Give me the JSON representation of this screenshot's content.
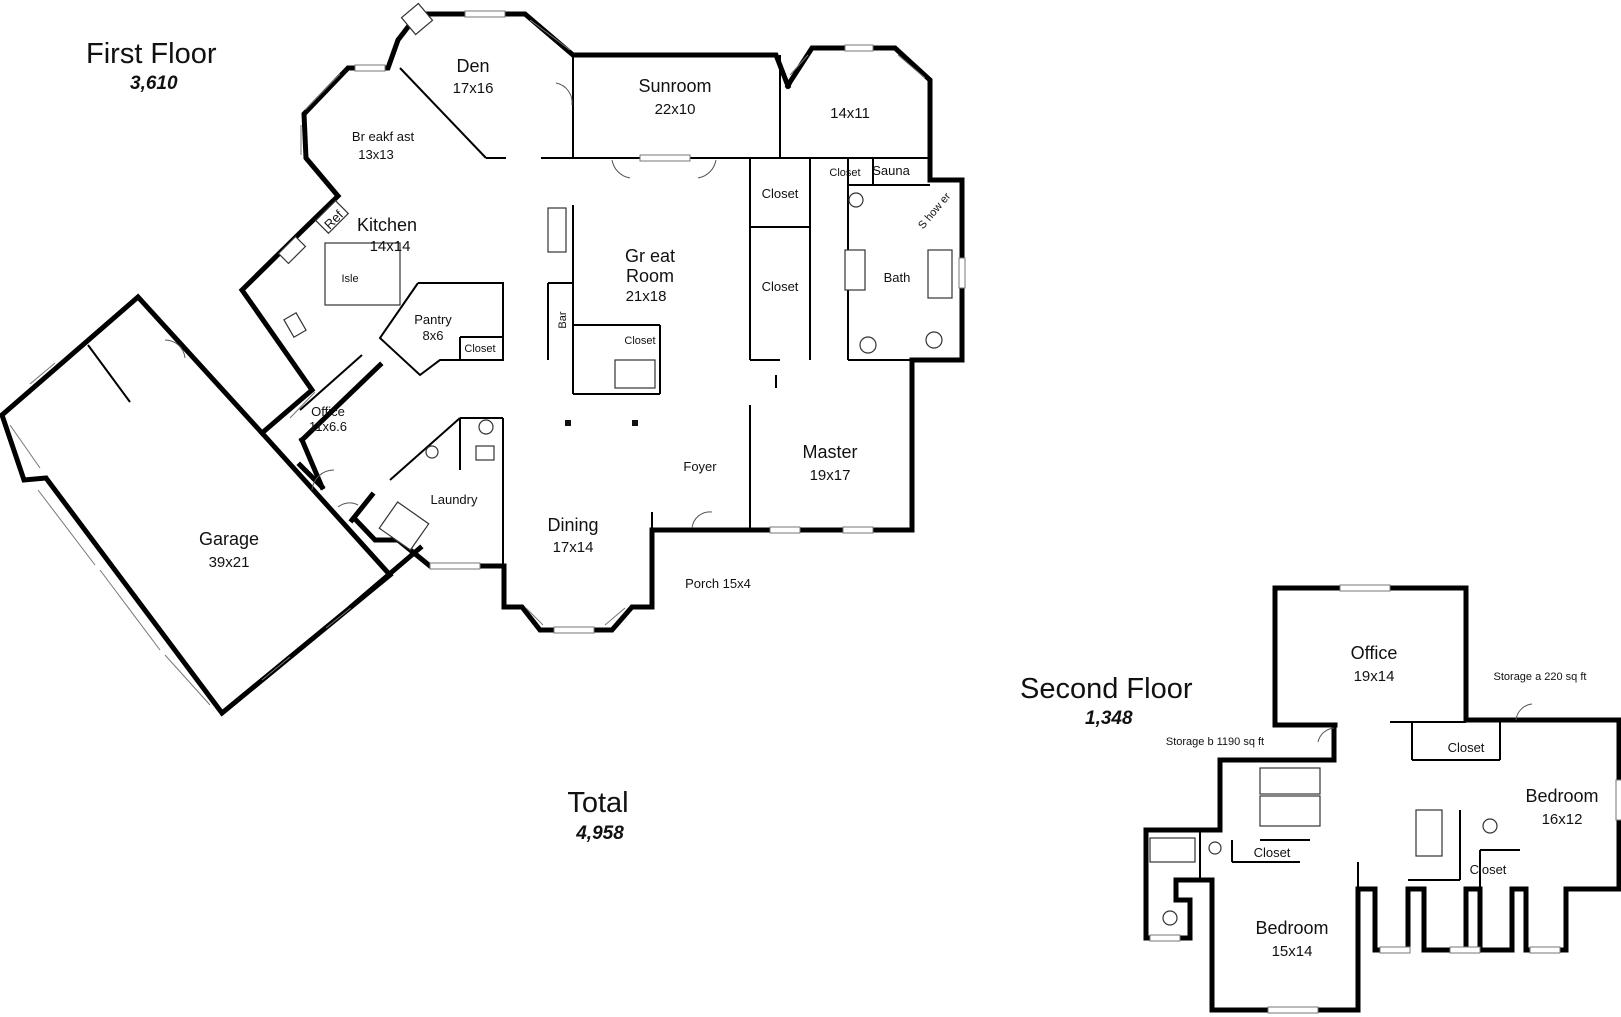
{
  "first_floor": {
    "title": "First Floor",
    "area": "3,610",
    "rooms": {
      "den": {
        "name": "Den",
        "dims": "17x16"
      },
      "sunroom": {
        "name": "Sunroom",
        "dims": "22x10"
      },
      "room_14x11": {
        "dims": "14x11"
      },
      "breakfast": {
        "name": "Br eakf ast",
        "dims": "13x13"
      },
      "kitchen": {
        "name": "Kitchen",
        "dims": "14x14"
      },
      "isle": {
        "name": "Isle"
      },
      "ref": {
        "name": "Ref"
      },
      "great_room": {
        "name_line1": "Gr eat",
        "name_line2": "Room",
        "dims": "21x18"
      },
      "pantry": {
        "name": "Pantry",
        "dims": "8x6"
      },
      "pantry_closet": {
        "name": "Closet"
      },
      "bar": {
        "name": "Bar"
      },
      "stair_closet": {
        "name": "Closet"
      },
      "hall_closet_1": {
        "name": "Closet"
      },
      "hall_closet_2": {
        "name": "Closet"
      },
      "sauna": {
        "name": "Sauna"
      },
      "sauna_closet": {
        "name": "Closet"
      },
      "shower": {
        "name": "S how er"
      },
      "bath": {
        "name": "Bath"
      },
      "office": {
        "name": "Office",
        "dims": "11x6.6"
      },
      "laundry": {
        "name": "Laundry"
      },
      "foyer": {
        "name": "Foyer"
      },
      "master": {
        "name": "Master",
        "dims": "19x17"
      },
      "dining": {
        "name": "Dining",
        "dims": "17x14"
      },
      "porch": {
        "name": "Porch 15x4"
      },
      "garage": {
        "name": "Garage",
        "dims": "39x21"
      }
    }
  },
  "second_floor": {
    "title": "Second Floor",
    "area": "1,348",
    "rooms": {
      "office": {
        "name": "Office",
        "dims": "19x14"
      },
      "storage_a": {
        "name": "Storage a 220 sq ft"
      },
      "storage_b": {
        "name": "Storage b 1190 sq ft"
      },
      "closet_upper": {
        "name": "Closet"
      },
      "bedroom_right": {
        "name": "Bedroom",
        "dims": "16x12"
      },
      "closet_left": {
        "name": "Closet"
      },
      "closet_right": {
        "name": "Closet"
      },
      "bedroom_left": {
        "name": "Bedroom",
        "dims": "15x14"
      }
    }
  },
  "total": {
    "label": "Total",
    "area": "4,958"
  }
}
